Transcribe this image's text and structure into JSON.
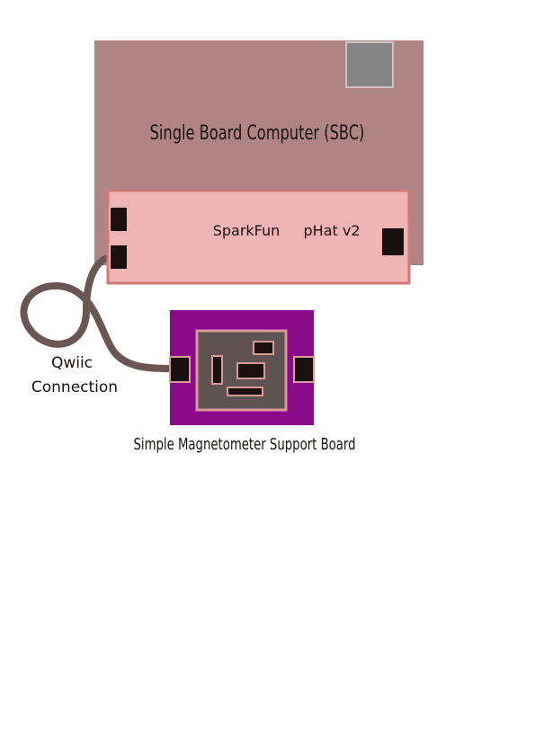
{
  "sbc": {
    "label": "Single Board Computer (SBC)",
    "color": "#b08482"
  },
  "phat": {
    "label_brand": "SparkFun",
    "label_model": "pHat v2",
    "fill": "#efb4b4",
    "stroke": "#d07a7c"
  },
  "cable": {
    "label_line1": "Qwiic",
    "label_line2": "Connection",
    "color": "#6b5656"
  },
  "magnetometer_board": {
    "label": "Simple Magnetometer Support Board",
    "board_color": "#8a0a8a",
    "chip_color": "#5e5252",
    "chip_stroke": "#d79a98"
  },
  "connector_color": "#1a1010",
  "sbc_chip_color": "#858585"
}
